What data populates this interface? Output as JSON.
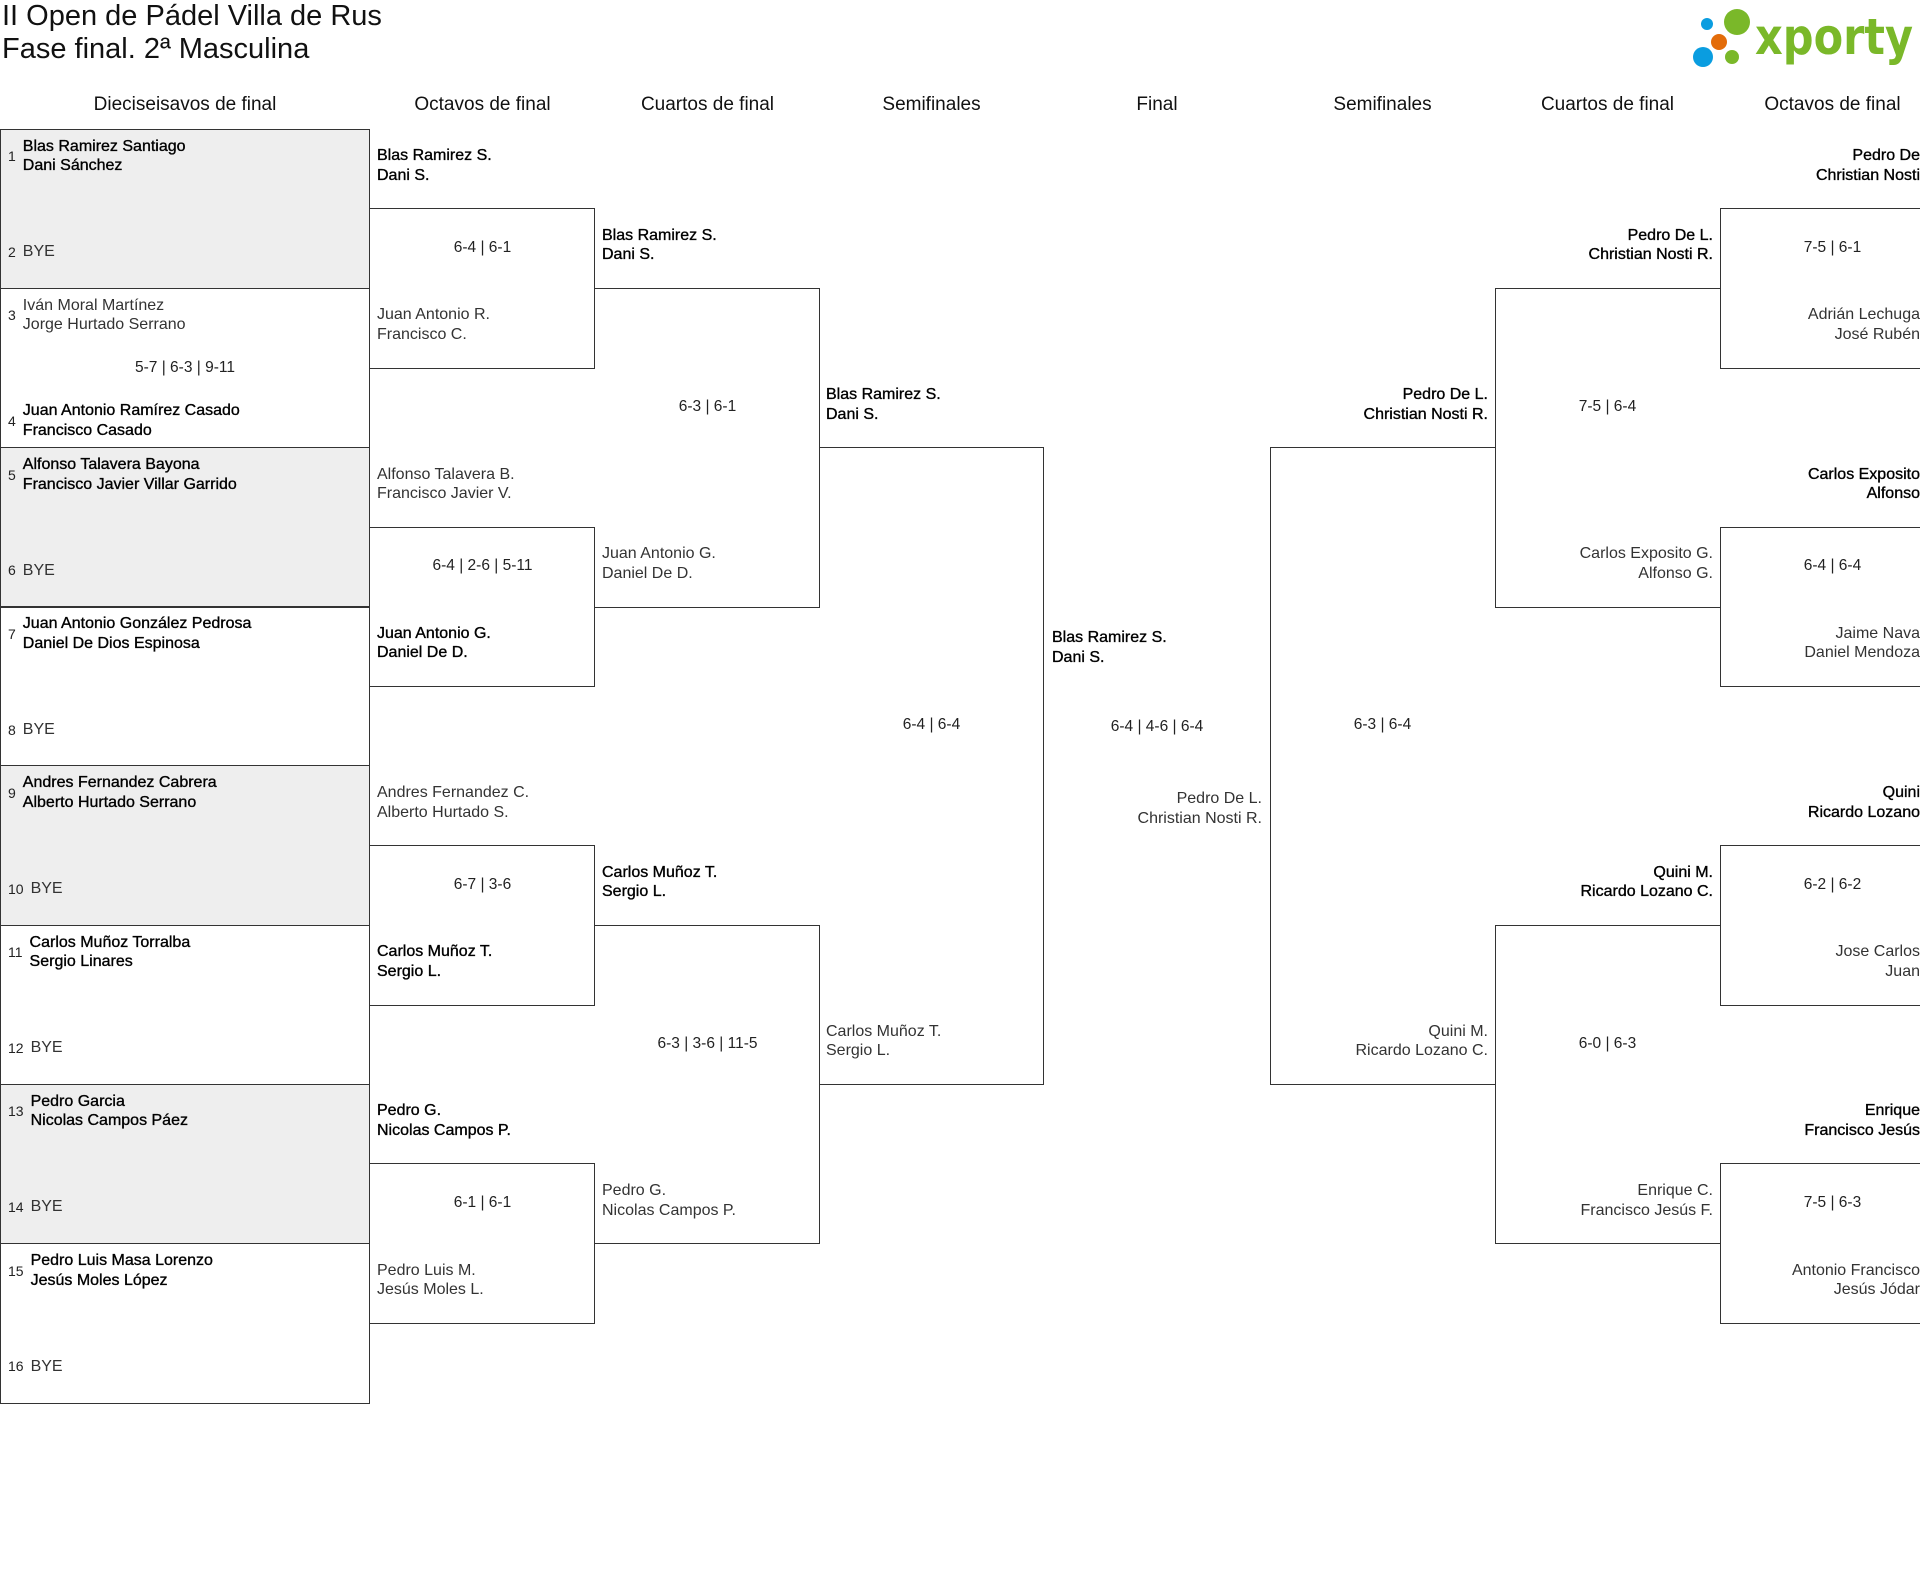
{
  "title": {
    "line1": "II Open de Pádel Villa de Rus",
    "line2": "Fase final. 2ª Masculina"
  },
  "logo": {
    "text": "xporty",
    "green": "#7ab829",
    "blue": "#0a9de0",
    "orange": "#e36c0a"
  },
  "round_headers": [
    "Dieciseisavos de final",
    "Octavos de final",
    "Cuartos de final",
    "Semifinales",
    "Final",
    "Semifinales",
    "Cuartos de final",
    "Octavos de final"
  ],
  "left": {
    "r32": [
      {
        "seed_a": "1",
        "team_a": [
          "Blas Ramirez Santiago",
          "Dani Sánchez"
        ],
        "seed_b": "2",
        "team_b": [
          "BYE"
        ],
        "score": "",
        "winner": "a",
        "shaded": true
      },
      {
        "seed_a": "3",
        "team_a": [
          "Iván Moral Martínez",
          "Jorge Hurtado Serrano"
        ],
        "seed_b": "4",
        "team_b": [
          "Juan Antonio Ramírez Casado",
          "Francisco Casado"
        ],
        "score": "5-7 | 6-3 | 9-11",
        "winner": "b",
        "shaded": false
      },
      {
        "seed_a": "5",
        "team_a": [
          "Alfonso Talavera Bayona",
          "Francisco Javier Villar Garrido"
        ],
        "seed_b": "6",
        "team_b": [
          "BYE"
        ],
        "score": "",
        "winner": "a",
        "shaded": true
      },
      {
        "seed_a": "7",
        "team_a": [
          "Juan Antonio González Pedrosa",
          "Daniel De Dios Espinosa"
        ],
        "seed_b": "8",
        "team_b": [
          "BYE"
        ],
        "score": "",
        "winner": "a",
        "shaded": false
      },
      {
        "seed_a": "9",
        "team_a": [
          "Andres Fernandez Cabrera",
          "Alberto Hurtado Serrano"
        ],
        "seed_b": "10",
        "team_b": [
          "BYE"
        ],
        "score": "",
        "winner": "a",
        "shaded": true
      },
      {
        "seed_a": "11",
        "team_a": [
          "Carlos Muñoz Torralba",
          "Sergio Linares"
        ],
        "seed_b": "12",
        "team_b": [
          "BYE"
        ],
        "score": "",
        "winner": "a",
        "shaded": false
      },
      {
        "seed_a": "13",
        "team_a": [
          "Pedro Garcia",
          "Nicolas Campos Páez"
        ],
        "seed_b": "14",
        "team_b": [
          "BYE"
        ],
        "score": "",
        "winner": "a",
        "shaded": true
      },
      {
        "seed_a": "15",
        "team_a": [
          "Pedro Luis Masa Lorenzo",
          "Jesús Moles López"
        ],
        "seed_b": "16",
        "team_b": [
          "BYE"
        ],
        "score": "",
        "winner": "a",
        "shaded": false
      }
    ],
    "r16": [
      {
        "top": [
          "Blas Ramirez S.",
          "Dani S."
        ],
        "bottom": [
          "Juan Antonio R.",
          "Francisco C."
        ],
        "score": "6-4 | 6-1",
        "winner": "top"
      },
      {
        "top": [
          "Alfonso Talavera B.",
          "Francisco Javier V."
        ],
        "bottom": [
          "Juan Antonio G.",
          "Daniel De D."
        ],
        "score": "6-4 | 2-6 | 5-11",
        "winner": "bottom"
      },
      {
        "top": [
          "Andres Fernandez C.",
          "Alberto Hurtado S."
        ],
        "bottom": [
          "Carlos Muñoz T.",
          "Sergio L."
        ],
        "score": "6-7 | 3-6",
        "winner": "bottom"
      },
      {
        "top": [
          "Pedro G.",
          "Nicolas Campos P."
        ],
        "bottom": [
          "Pedro Luis M.",
          "Jesús Moles L."
        ],
        "score": "6-1 | 6-1",
        "winner": "top"
      }
    ],
    "qf": [
      {
        "top": [
          "Blas Ramirez S.",
          "Dani S."
        ],
        "bottom": [
          "Juan Antonio G.",
          "Daniel De D."
        ],
        "score": "6-3 | 6-1",
        "winner": "top"
      },
      {
        "top": [
          "Carlos Muñoz T.",
          "Sergio L."
        ],
        "bottom": [
          "Pedro G.",
          "Nicolas Campos P."
        ],
        "score": "6-3 | 3-6 | 11-5",
        "winner": "top"
      }
    ],
    "sf": [
      {
        "top": [
          "Blas Ramirez S.",
          "Dani S."
        ],
        "bottom": [
          "Carlos Muñoz T.",
          "Sergio L."
        ],
        "score": "6-4 | 6-4",
        "winner": "top"
      }
    ]
  },
  "final": {
    "top": [
      "Blas Ramirez S.",
      "Dani S."
    ],
    "bottom": [
      "Pedro De L.",
      "Christian Nosti R."
    ],
    "score": "6-4 | 4-6 | 6-4",
    "winner": "top"
  },
  "right": {
    "sf": [
      {
        "top": [
          "Pedro De L.",
          "Christian Nosti R."
        ],
        "bottom": [
          "Quini M.",
          "Ricardo Lozano C."
        ],
        "score": "6-3 | 6-4",
        "winner": "top"
      }
    ],
    "qf": [
      {
        "top": [
          "Pedro De L.",
          "Christian Nosti R."
        ],
        "bottom": [
          "Carlos Exposito G.",
          "Alfonso G."
        ],
        "score": "7-5 | 6-4",
        "winner": "top"
      },
      {
        "top": [
          "Quini M.",
          "Ricardo Lozano C."
        ],
        "bottom": [
          "Enrique C.",
          "Francisco Jesús F."
        ],
        "score": "6-0 | 6-3",
        "winner": "top"
      }
    ],
    "r16": [
      {
        "top": [
          "Pedro De",
          "Christian Nosti"
        ],
        "bottom": [
          "Adrián Lechuga",
          "José Rubén"
        ],
        "score": "7-5 | 6-1",
        "winner": "top"
      },
      {
        "top": [
          "Carlos Exposito",
          "Alfonso"
        ],
        "bottom": [
          "Jaime Nava",
          "Daniel Mendoza"
        ],
        "score": "6-4 | 6-4",
        "winner": "top"
      },
      {
        "top": [
          "Quini",
          "Ricardo Lozano"
        ],
        "bottom": [
          "Jose Carlos",
          "Juan"
        ],
        "score": "6-2 | 6-2",
        "winner": "top"
      },
      {
        "top": [
          "Enrique",
          "Francisco Jesús"
        ],
        "bottom": [
          "Antonio Francisco",
          "Jesús Jódar"
        ],
        "score": "7-5 | 6-3",
        "winner": "top"
      }
    ]
  }
}
